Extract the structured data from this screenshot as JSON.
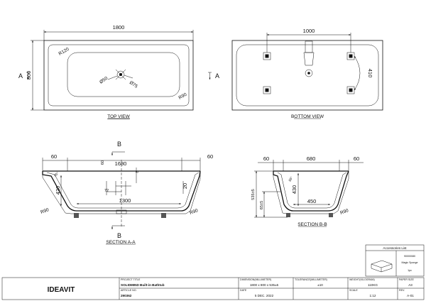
{
  "top_view": {
    "label": "TOP VIEW",
    "length": "1800",
    "width": "800",
    "corner_radius_inner": "R120",
    "corner_radius_outer": "R90",
    "drain_dia": "Ø50",
    "waste_dia": "Ø75",
    "section_mark": "A"
  },
  "bottom_view": {
    "label": "BOTTOM VIEW",
    "feet_spacing_long": "1000",
    "feet_spacing_short": "410"
  },
  "section_a": {
    "label": "SECTION A-A",
    "mark": "B",
    "rim_left": "60",
    "rim_right": "60",
    "inner_length": "1680",
    "depth": "420",
    "base_length": "1300",
    "drain_offset": "72",
    "rim_height": "60",
    "small_dim": "8",
    "wall_dim": "20",
    "radius": "R90",
    "angle": "85°"
  },
  "section_b": {
    "label": "SECTION B-B",
    "rim_left": "60",
    "rim_right": "60",
    "inner_width": "680",
    "depth": "430",
    "base_width": "450",
    "height_total": "535±5",
    "height_base": "65±5",
    "radius": "R90",
    "angle": "85°"
  },
  "accessories": {
    "title": "Accessories List",
    "code": "90000080",
    "item": "Magic Sponge",
    "qty": "1pc"
  },
  "title_block": {
    "brand": "IDEAVIT",
    "project_title_label": "PROJECT TITLE",
    "project_title": "SOLIDMIND Built-in Bathtub",
    "article_label": "ARTICLE NO.",
    "article_no": "290362",
    "dimension_label": "DIMENSION(MILLIMETER)",
    "dimension": "1800 x 800 x 535±5",
    "tolerance_label": "TOLERANCE(MILLIMETER)",
    "tolerance": "±10",
    "weight_label": "WEIGHT(KILOGRAM)",
    "weight": "110KG",
    "paper_label": "PAPER SIZE",
    "paper": "A3",
    "date_label": "DATE",
    "date": "5 DEC. 2022",
    "scale_label": "SCALE",
    "scale": "1:12",
    "rev_label": "REV.",
    "rev": "A-01"
  }
}
